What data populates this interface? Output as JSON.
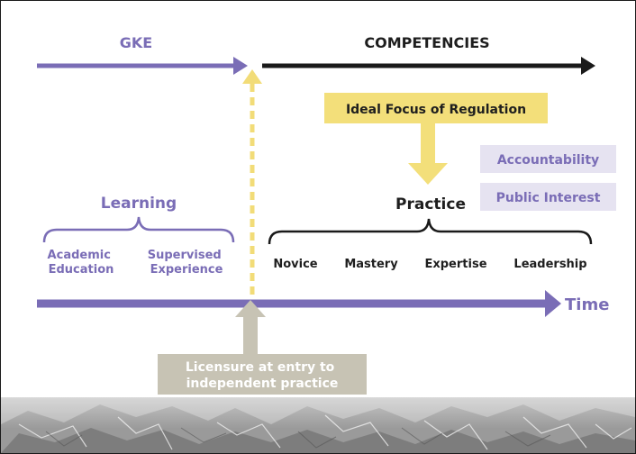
{
  "labels": {
    "gke": "GKE",
    "competencies": "COMPETENCIES",
    "ideal_focus": "Ideal Focus of Regulation",
    "accountability": "Accountability",
    "public_interest": "Public Interest",
    "learning": "Learning",
    "practice": "Practice",
    "academic_education": [
      "Academic",
      "Education"
    ],
    "supervised_experience": [
      "Supervised",
      "Experience"
    ],
    "stages": [
      "Novice",
      "Mastery",
      "Expertise",
      "Leadership"
    ],
    "time": "Time",
    "licensure": [
      "Licensure at entry to",
      "independent practice"
    ]
  },
  "colors": {
    "purple": "#7a6db6",
    "black": "#1a1a1a",
    "yellow_box": "#f3df7a",
    "yellow_dash": "#f2dc78",
    "lavender_box": "#e6e3f1",
    "gray_box": "#c7c3b4",
    "text_dark": "#1e1e1e"
  },
  "background_texture": "rocky-stone-texture"
}
